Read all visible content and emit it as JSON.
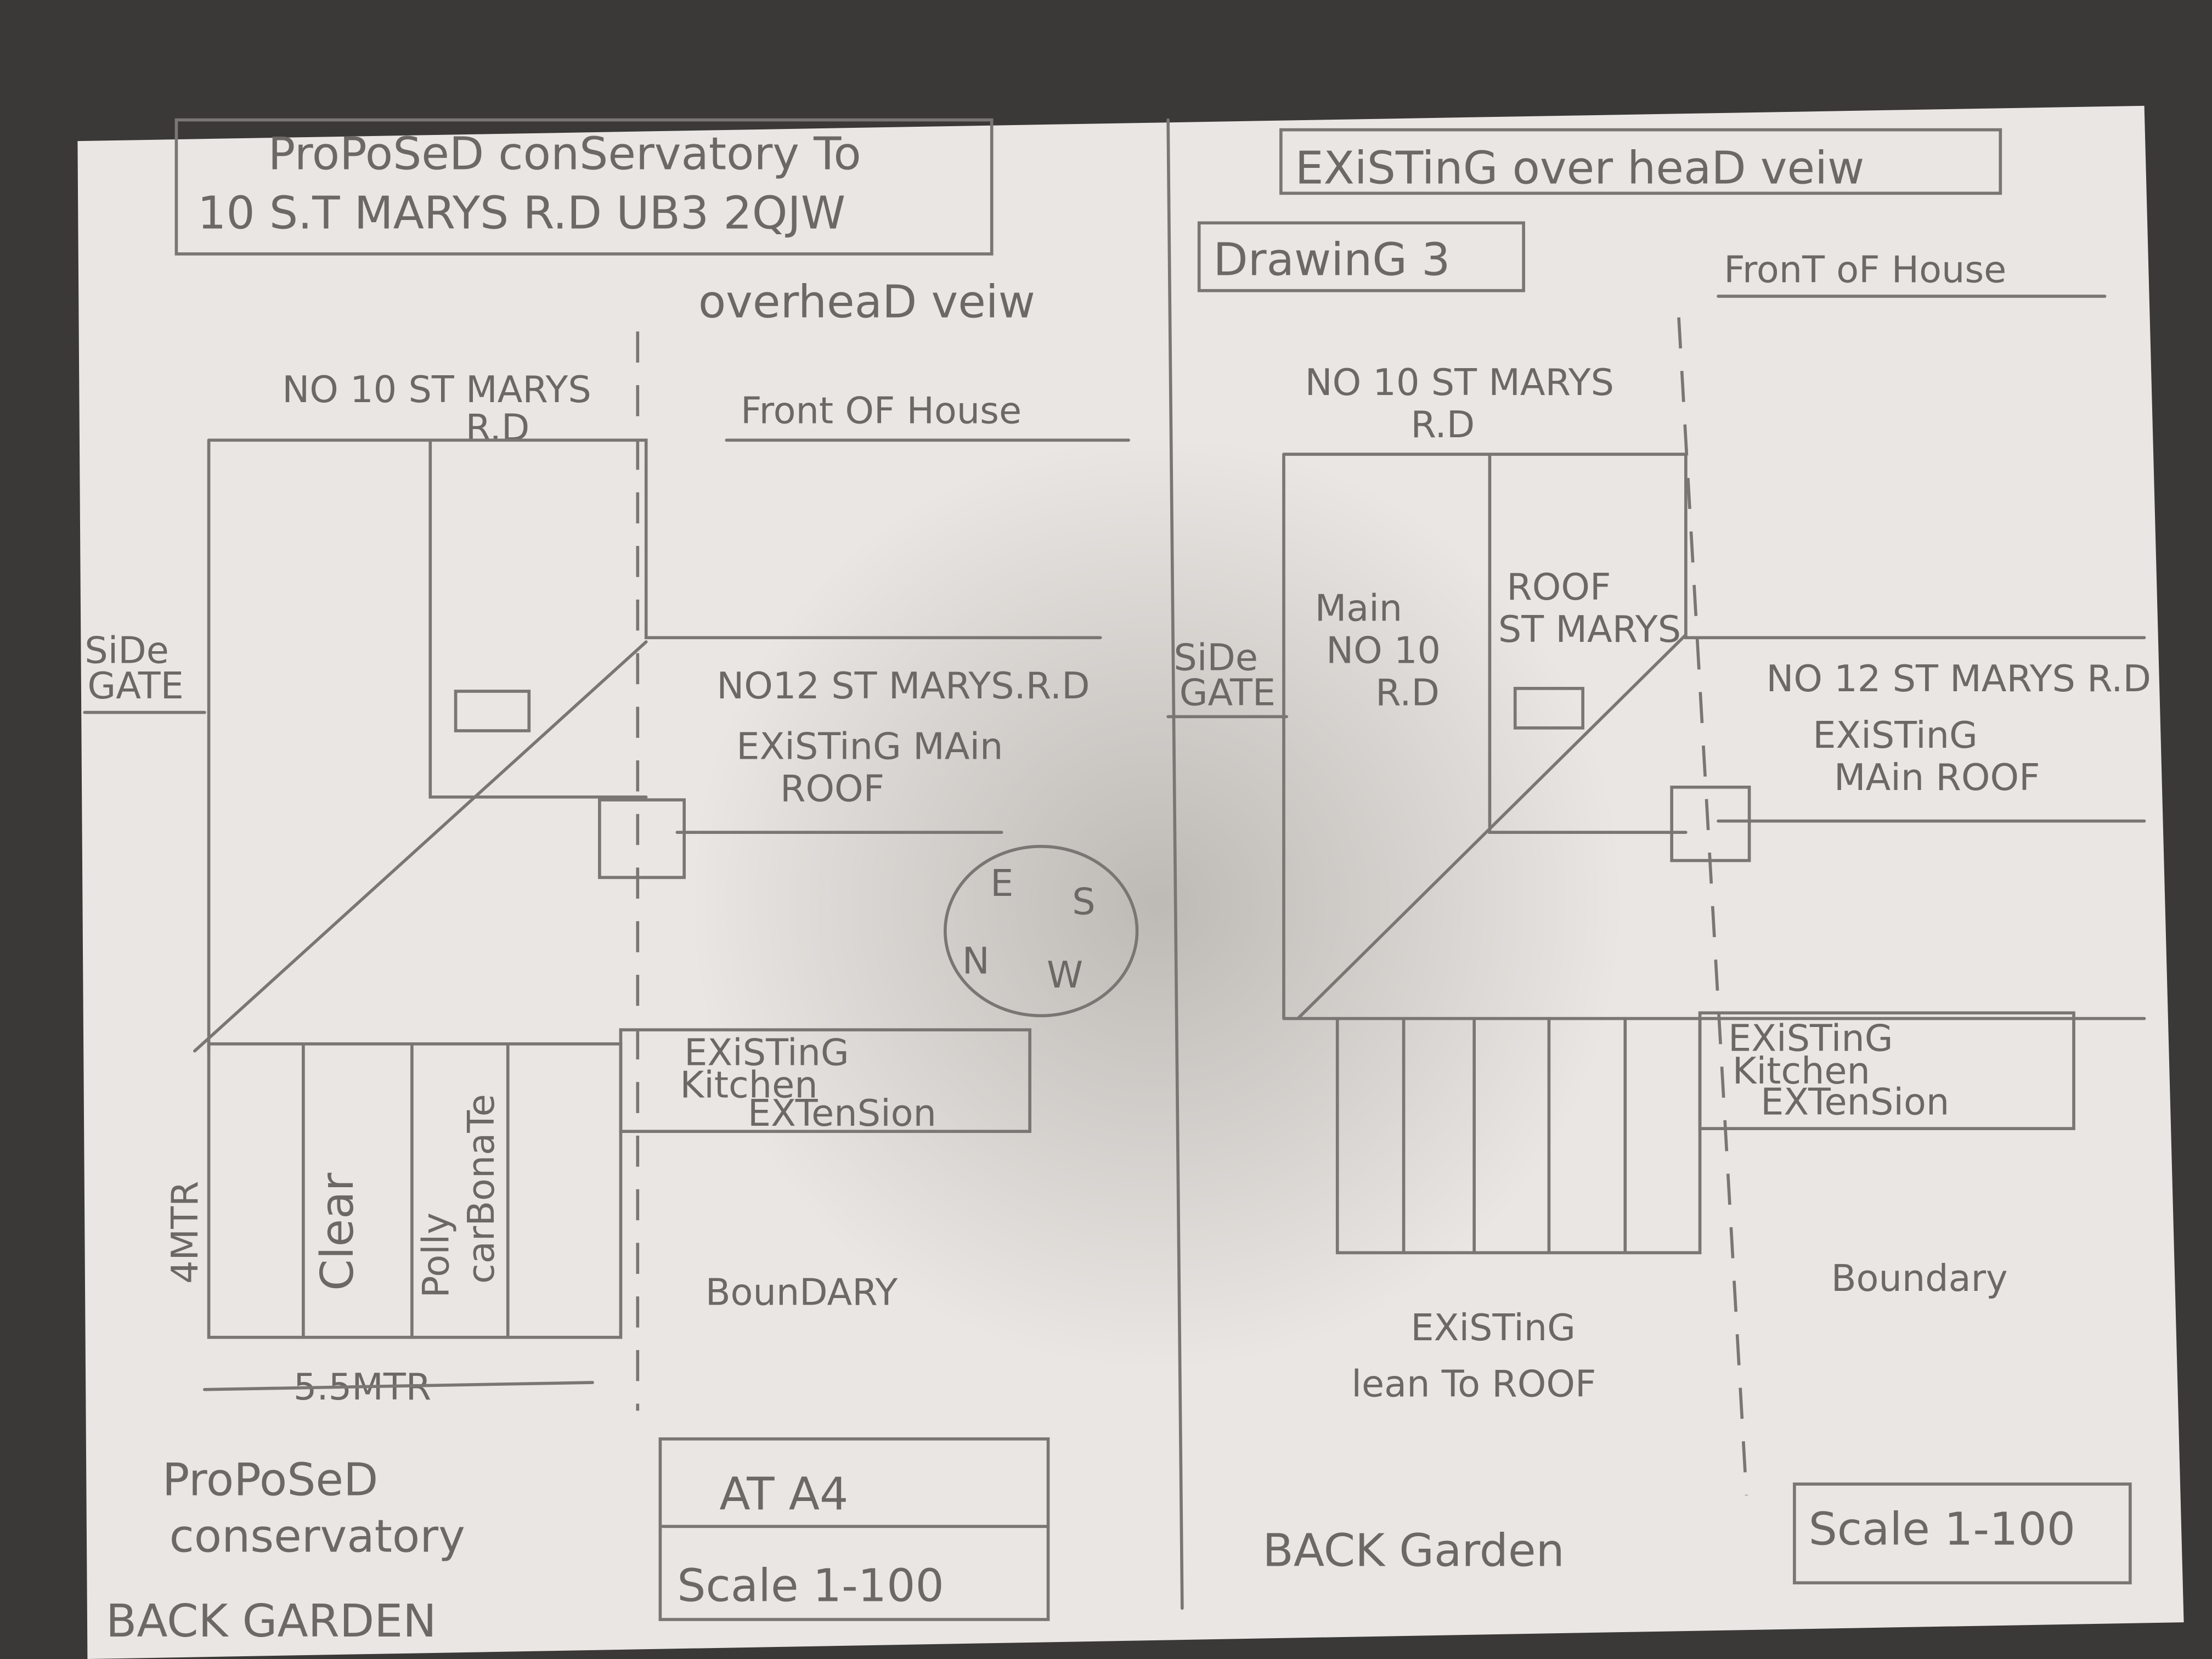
{
  "colors": {
    "paper": "#e9e6e3",
    "pencil": "#6b6865",
    "table": "#3b3937"
  },
  "left": {
    "title_line1": "ProPoSeD conServatory To",
    "title_line2": "10 S.T MARYS R.D UB3 2QJW",
    "view_label": "overheaD veiw",
    "house_label_1": "NO 10 ST MARYS",
    "house_label_2": "R.D",
    "front_label": "Front OF House",
    "side_gate_1": "SiDe",
    "side_gate_2": "GATE",
    "neighbour_1": "NO12 ST MARYS.R.D",
    "neighbour_2": "EXiSTinG MAin",
    "neighbour_3": "ROOF",
    "compass": {
      "e": "E",
      "s": "S",
      "n": "N",
      "w": "W"
    },
    "kitchen_1": "EXiSTinG",
    "kitchen_2": "Kitchen",
    "kitchen_3": "EXTenSion",
    "depth": "4MTR",
    "panel_1": "Clear",
    "panel_2a": "Polly",
    "panel_2b": "carBonaTe",
    "boundary": "BounDARY",
    "width": "5.5MTR",
    "proposed_1": "ProPoSeD",
    "proposed_2": "conservatory",
    "garden": "BACK GARDEN",
    "paper_size": "AT A4",
    "scale": "Scale 1-100"
  },
  "right": {
    "title": "EXiSTinG over heaD veiw",
    "drawing_no": "DrawinG 3",
    "front_label": "FronT oF House",
    "house_label_1": "NO 10 ST MARYS",
    "house_label_2": "R.D",
    "main_1": "Main",
    "main_2": "NO 10",
    "main_3": "R.D",
    "roof_1": "ROOF",
    "roof_2": "ST MARYS",
    "side_gate_1": "SiDe",
    "side_gate_2": "GATE",
    "neighbour_1": "NO 12 ST MARYS R.D",
    "neighbour_2": "EXiSTinG",
    "neighbour_3": "MAin ROOF",
    "kitchen_1": "EXiSTinG",
    "kitchen_2": "Kitchen",
    "kitchen_3": "EXTenSion",
    "boundary": "Boundary",
    "lean_1": "EXiSTinG",
    "lean_2": "lean To ROOF",
    "garden": "BACK Garden",
    "scale": "Scale 1-100"
  }
}
